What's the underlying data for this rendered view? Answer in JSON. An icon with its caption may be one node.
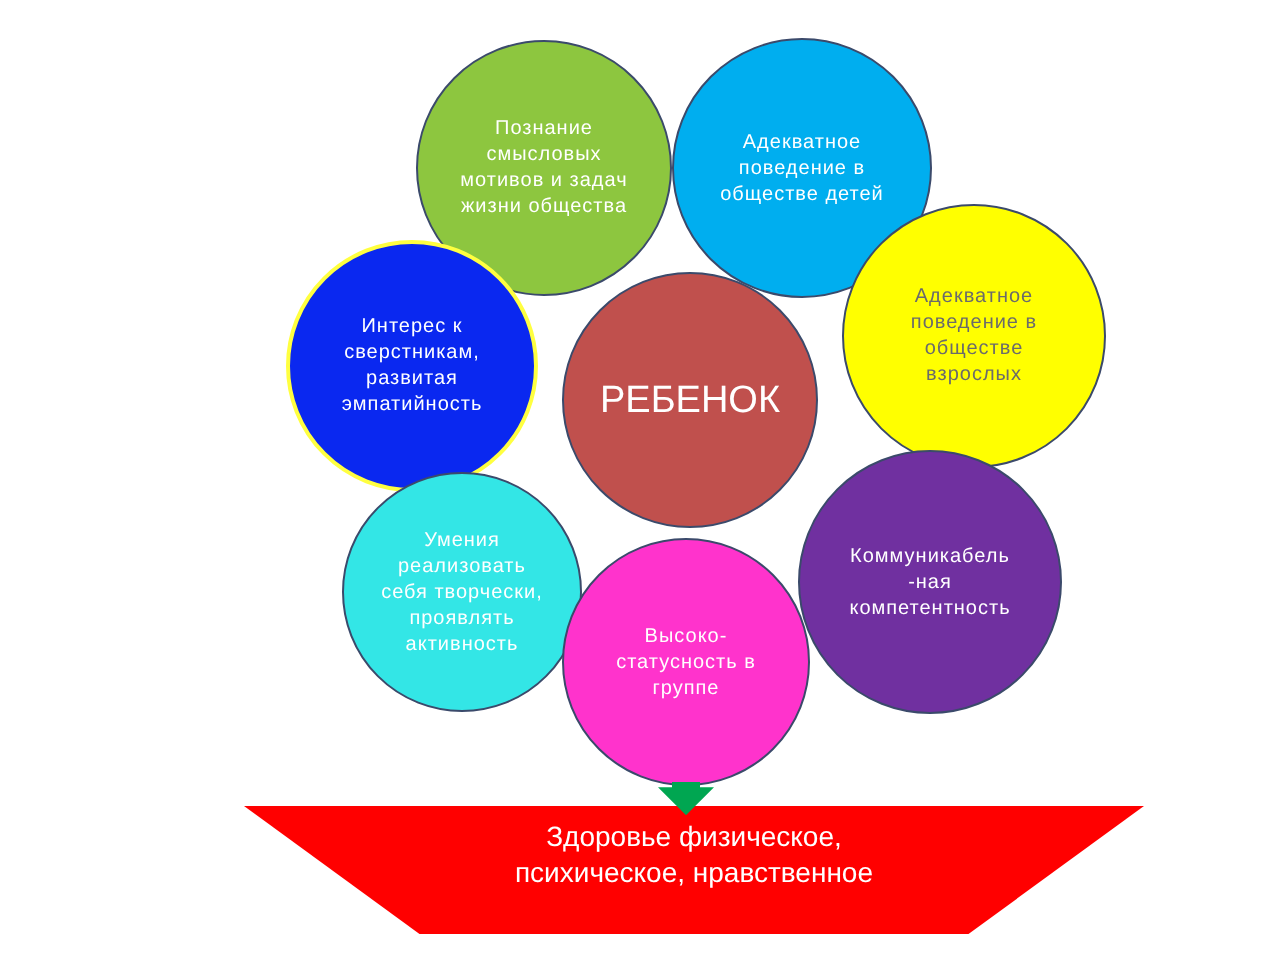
{
  "diagram": {
    "nodes": [
      {
        "text": [
          "Познание смысловых мотивов и задач жизни общества"
        ]
      },
      {
        "text": [
          "Адекватное поведение в обществе детей"
        ]
      },
      {
        "text": [
          "Интерес к сверстникам, развитая эмпатийность"
        ]
      },
      {
        "text": [
          "РЕБЕНОК"
        ]
      },
      {
        "text": [
          "Адекватное поведение в обществе взрослых"
        ]
      },
      {
        "text": [
          "Умения реализовать себя творчески, проявлять активность"
        ]
      },
      {
        "text": [
          "Коммуникабель -ная компетентность"
        ]
      },
      {
        "text": [
          "Высоко- статусность в группе"
        ]
      },
      {
        "text": [
          "Здоровье физическое, психическое, нравственное"
        ]
      }
    ],
    "edges": [
      {
        "from": 7,
        "to": 8,
        "arrow": "to"
      }
    ]
  }
}
